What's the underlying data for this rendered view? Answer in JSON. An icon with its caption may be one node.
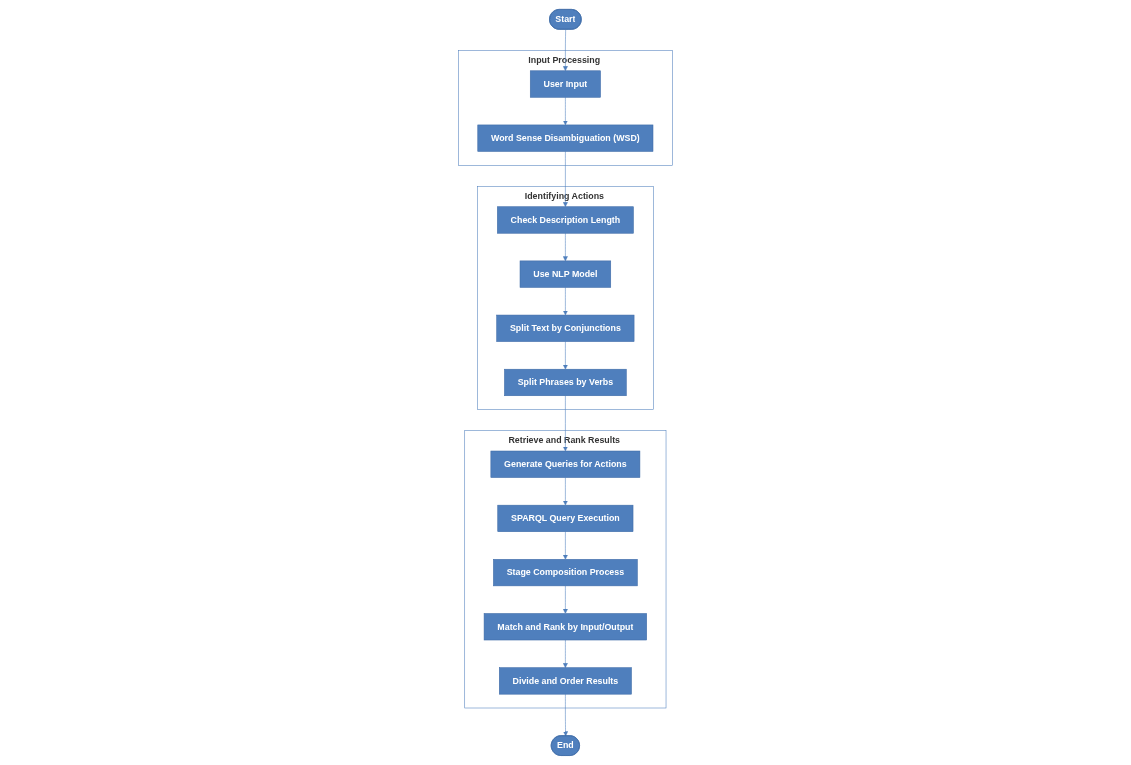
{
  "diagram": {
    "nodes": [
      {
        "text": [
          "Start"
        ]
      },
      {
        "text": [
          "Input Processing"
        ]
      },
      {
        "text": [
          "User Input"
        ],
        "in": 1
      },
      {
        "text": [
          "Word Sense Disambiguation (WSD)"
        ],
        "in": 1
      },
      {
        "text": [
          "Identifying Actions"
        ]
      },
      {
        "text": [
          "Check Description Length"
        ],
        "in": 4
      },
      {
        "text": [
          "Use NLP Model"
        ],
        "in": 4
      },
      {
        "text": [
          "Split Text by Conjunctions"
        ],
        "in": 4
      },
      {
        "text": [
          "Split Phrases by Verbs"
        ],
        "in": 4
      },
      {
        "text": [
          "Retrieve and Rank Results"
        ]
      },
      {
        "text": [
          "Generate Queries for Actions"
        ],
        "in": 9
      },
      {
        "text": [
          "SPARQL Query Execution"
        ],
        "in": 9
      },
      {
        "text": [
          "Stage Composition Process"
        ],
        "in": 9
      },
      {
        "text": [
          "Match and Rank by Input/Output"
        ],
        "in": 9
      },
      {
        "text": [
          "Divide and Order Results"
        ],
        "in": 9
      },
      {
        "text": [
          "End"
        ]
      }
    ],
    "edges": [
      {
        "from": 0,
        "to": 2,
        "arrow": "to"
      },
      {
        "from": 2,
        "to": 3,
        "arrow": "to"
      },
      {
        "from": 3,
        "to": 5,
        "arrow": "to"
      },
      {
        "from": 5,
        "to": 6,
        "arrow": "to"
      },
      {
        "from": 6,
        "to": 7,
        "arrow": "to"
      },
      {
        "from": 7,
        "to": 8,
        "arrow": "to"
      },
      {
        "from": 8,
        "to": 10,
        "arrow": "to"
      },
      {
        "from": 10,
        "to": 11,
        "arrow": "to"
      },
      {
        "from": 11,
        "to": 12,
        "arrow": "to"
      },
      {
        "from": 12,
        "to": 13,
        "arrow": "to"
      },
      {
        "from": 13,
        "to": 14,
        "arrow": "to"
      },
      {
        "from": 14,
        "to": 15,
        "arrow": "to"
      }
    ]
  }
}
